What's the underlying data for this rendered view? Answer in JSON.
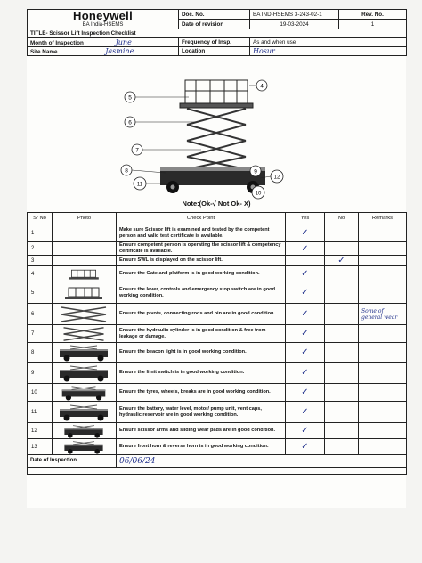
{
  "header": {
    "brand": "Honeywell",
    "brand_sub": "BA India-HSEMS",
    "doc_no_label": "Doc. No.",
    "doc_no_value": "BA IND-HSEMS 3-243-02-1",
    "rev_no_label": "Rev. No.",
    "rev_no_value": "1",
    "date_rev_label": "Date of revision",
    "date_rev_value": "19-03-2024",
    "title": "TITLE- Scissor Lift Inspection Checklist",
    "month_label": "Month of Inspection",
    "month_value": "June",
    "freq_label": "Frequency of Insp.",
    "freq_value": "As and when use",
    "site_label": "Site Name",
    "site_value": "Jasmine",
    "location_label": "Location",
    "location_value": "Hosur"
  },
  "diagram": {
    "callouts": [
      "4",
      "5",
      "6",
      "7",
      "8",
      "9",
      "10",
      "11",
      "12"
    ]
  },
  "note": "Note:(Ok-√  Not Ok- X)",
  "checklist": {
    "headers": [
      "Sr No",
      "Photo",
      "Check Point",
      "Yes",
      "No",
      "Remarks"
    ],
    "rows": [
      {
        "sr": "1",
        "point": "Make sure Scissor lift is examined and tested by the competent person and valid test certificate is available.",
        "yes": "✓",
        "no": "",
        "remark": ""
      },
      {
        "sr": "2",
        "point": "Ensure competent person is operating the scissor lift & competency certificate is available.",
        "yes": "✓",
        "no": "",
        "remark": ""
      },
      {
        "sr": "3",
        "point": "Ensure SWL is displayed on the scissor lift.",
        "yes": "",
        "no": "✓",
        "remark": ""
      },
      {
        "sr": "4",
        "point": "Ensure the Gate and platform is in good working condition.",
        "yes": "✓",
        "no": "",
        "remark": ""
      },
      {
        "sr": "5",
        "point": "Ensure the lever, controls and emergency stop switch are in good working condition.",
        "yes": "✓",
        "no": "",
        "remark": ""
      },
      {
        "sr": "6",
        "point": "Ensure the pivots, connecting rods and pin are in good condition",
        "yes": "✓",
        "no": "",
        "remark": "Some of general wear"
      },
      {
        "sr": "7",
        "point": "Ensure the hydraulic cylinder is in good condition & free from leakage or damage.",
        "yes": "✓",
        "no": "",
        "remark": ""
      },
      {
        "sr": "8",
        "point": "Ensure the beacon light is in good working condition.",
        "yes": "✓",
        "no": "",
        "remark": ""
      },
      {
        "sr": "9",
        "point": "Ensure the limit switch is in good working condition.",
        "yes": "✓",
        "no": "",
        "remark": ""
      },
      {
        "sr": "10",
        "point": "Ensure the tyres, wheels, breaks are in good working condition.",
        "yes": "✓",
        "no": "",
        "remark": ""
      },
      {
        "sr": "11",
        "point": "Ensure the battery, water level, motor/ pump unit, vent caps, hydraulic reservoir are in good working condition.",
        "yes": "✓",
        "no": "",
        "remark": ""
      },
      {
        "sr": "12",
        "point": "Ensure scissor arms and sliding wear pads are in good condition.",
        "yes": "✓",
        "no": "",
        "remark": ""
      },
      {
        "sr": "13",
        "point": "Ensure front horn & reverse horn is in good working condition.",
        "yes": "✓",
        "no": "",
        "remark": ""
      }
    ],
    "date_label": "Date of Inspection",
    "date_value": "06/06/24"
  },
  "colors": {
    "ink": "#1f2f8a",
    "line": "#222222",
    "paper": "#fdfdfb"
  }
}
